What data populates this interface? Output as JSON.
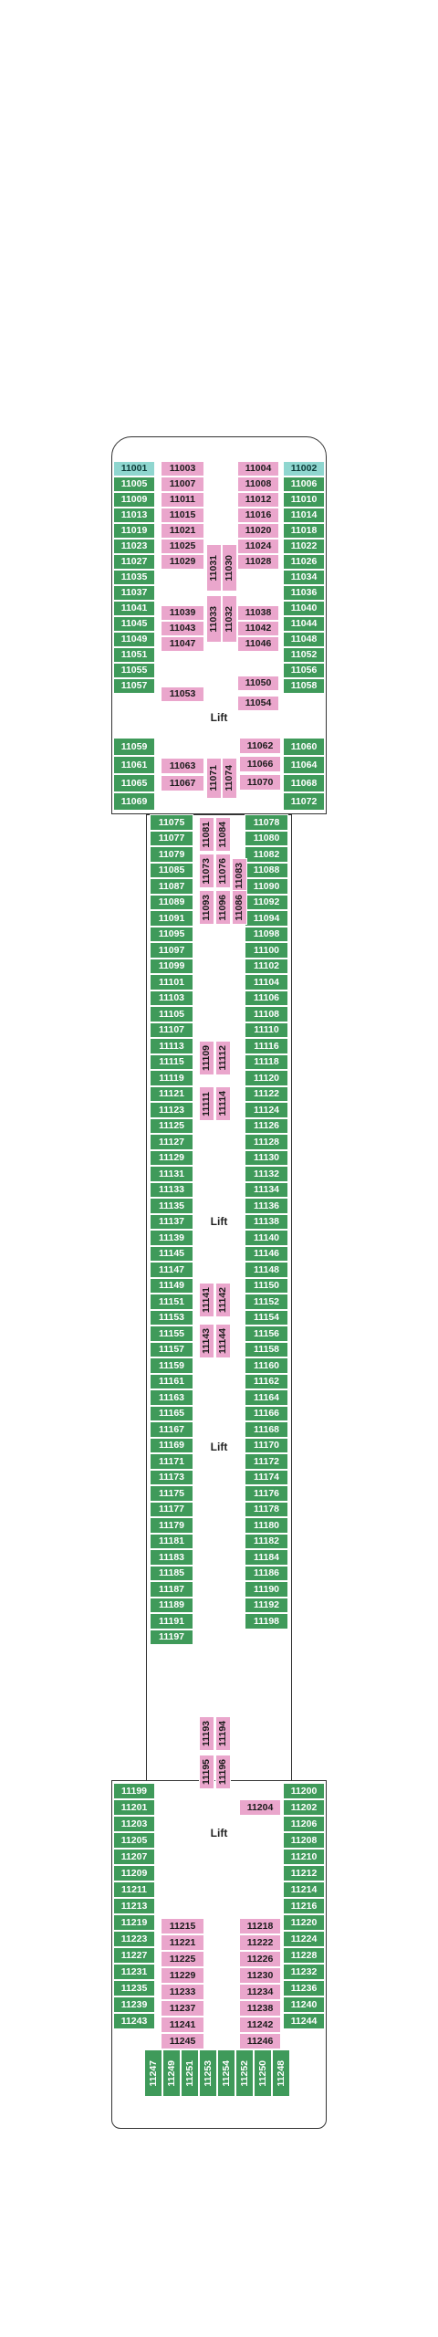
{
  "colors": {
    "green": "#3f9a5a",
    "dark_green": "#1f6e45",
    "light_green": "#8bc99a",
    "pink": "#eaa6cc",
    "teal": "#8fd6cf"
  },
  "fwd_left": [
    "11001",
    "11005",
    "11009",
    "11013",
    "11019",
    "11023",
    "11027",
    "11035",
    "11037",
    "11041",
    "11045",
    "11049",
    "11051",
    "11055",
    "11057"
  ],
  "fwd_right": [
    "11002",
    "11006",
    "11010",
    "11014",
    "11018",
    "11022",
    "11026",
    "11034",
    "11036",
    "11040",
    "11044",
    "11048",
    "11052",
    "11056",
    "11058"
  ],
  "fwd_inner_left": [
    "11003",
    "11007",
    "11011",
    "11015",
    "11021",
    "11025",
    "11029",
    "11039",
    "11043",
    "11047",
    "11053"
  ],
  "fwd_inner_right": [
    "11004",
    "11008",
    "11012",
    "11016",
    "11020",
    "11024",
    "11028",
    "11038",
    "11042",
    "11046",
    "11050",
    "11054"
  ],
  "fwd_mid_vert": [
    "11031",
    "11030",
    "11033",
    "11032"
  ],
  "mid_upper_left": [
    "11059",
    "11061",
    "11065",
    "11069"
  ],
  "mid_upper_right": [
    "11060",
    "11064",
    "11068",
    "11072"
  ],
  "mid_upper_inner_left": [
    "11063",
    "11067"
  ],
  "mid_upper_inner_right": [
    "11062",
    "11066",
    "11070"
  ],
  "mid_upper_vert": [
    "11071",
    "11074"
  ],
  "mid_left": [
    "11075",
    "11077",
    "11079",
    "11085",
    "11087",
    "11089",
    "11091",
    "11095",
    "11097",
    "11099",
    "11101",
    "11103",
    "11105",
    "11107",
    "11113",
    "11115",
    "11119",
    "11121",
    "11123",
    "11125",
    "11127",
    "11129",
    "11131",
    "11133",
    "11135",
    "11137",
    "11139",
    "11145",
    "11147",
    "11149",
    "11151",
    "11153",
    "11155",
    "11157",
    "11159",
    "11161",
    "11163",
    "11165",
    "11167",
    "11169",
    "11171",
    "11173",
    "11175",
    "11177",
    "11179",
    "11181",
    "11183",
    "11185",
    "11187",
    "11189",
    "11191",
    "11197"
  ],
  "mid_right": [
    "11078",
    "11080",
    "11082",
    "11088",
    "11090",
    "11092",
    "11094",
    "11098",
    "11100",
    "11102",
    "11104",
    "11106",
    "11108",
    "11110",
    "11116",
    "11118",
    "11120",
    "11122",
    "11124",
    "11126",
    "11128",
    "11130",
    "11132",
    "11134",
    "11136",
    "11138",
    "11140",
    "11146",
    "11148",
    "11150",
    "11152",
    "11154",
    "11156",
    "11158",
    "11160",
    "11162",
    "11164",
    "11166",
    "11168",
    "11170",
    "11172",
    "11174",
    "11176",
    "11178",
    "11180",
    "11182",
    "11184",
    "11186",
    "11190",
    "11192",
    "11198"
  ],
  "mid_center_vert": [
    "11081",
    "11084",
    "11073",
    "11076",
    "11093",
    "11096",
    "11083",
    "11086",
    "11109",
    "11112",
    "11111",
    "11114",
    "11141",
    "11142",
    "11143",
    "11144",
    "11193",
    "11194",
    "11195",
    "11196"
  ],
  "aft_left": [
    "11199",
    "11201",
    "11203",
    "11205",
    "11207",
    "11209",
    "11211",
    "11213",
    "11219",
    "11223",
    "11227",
    "11231",
    "11235",
    "11239",
    "11243"
  ],
  "aft_right": [
    "11200",
    "11202",
    "11206",
    "11208",
    "11210",
    "11212",
    "11214",
    "11216",
    "11220",
    "11224",
    "11228",
    "11232",
    "11236",
    "11240",
    "11244"
  ],
  "aft_inner_left": [
    "11215",
    "11221",
    "11225",
    "11229",
    "11233",
    "11237",
    "11241",
    "11245"
  ],
  "aft_inner_right": [
    "11204",
    "11218",
    "11222",
    "11226",
    "11230",
    "11234",
    "11238",
    "11242",
    "11246"
  ],
  "aft_stern": [
    "11247",
    "11249",
    "11251",
    "11253",
    "11254",
    "11252",
    "11250",
    "11248"
  ],
  "lift_label": "Lift"
}
